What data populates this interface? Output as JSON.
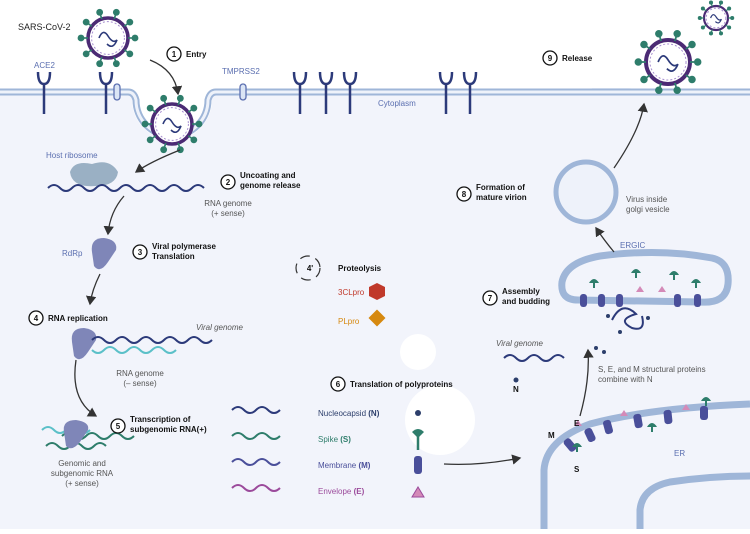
{
  "virus_label": "SARS-CoV-2",
  "receptors": {
    "ace2": "ACE2",
    "tmprss2": "TMPRSS2"
  },
  "compartments": {
    "cytoplasm": "Cytoplasm",
    "ergic": "ERGIC",
    "er": "ER",
    "golgi_note": [
      "Virus inside",
      "golgi vesicle"
    ]
  },
  "steps": [
    {
      "num": "1",
      "lines": [
        "Entry"
      ]
    },
    {
      "num": "2",
      "lines": [
        "Uncoating and",
        "genome release"
      ]
    },
    {
      "num": "3",
      "lines": [
        "Viral polymerase",
        "Translation"
      ]
    },
    {
      "num": "4",
      "lines": [
        "RNA replication"
      ]
    },
    {
      "num": "5",
      "lines": [
        "Transcription of",
        "subgenomic RNA(+)"
      ]
    },
    {
      "num": "6",
      "lines": [
        "Translation of polyproteins"
      ]
    },
    {
      "num": "7",
      "lines": [
        "Assembly",
        "and budding"
      ]
    },
    {
      "num": "8",
      "lines": [
        "Formation of",
        "mature virion"
      ]
    },
    {
      "num": "9",
      "lines": [
        "Release"
      ]
    },
    {
      "num": "4'",
      "lines": [
        "Proteolysis"
      ]
    }
  ],
  "labels": {
    "host_ribosome": "Host ribosome",
    "rna_genome_plus": [
      "RNA genome",
      "(+ sense)"
    ],
    "rdrp": "RdRp",
    "viral_genome": "Viral genome",
    "rna_genome_minus": [
      "RNA genome",
      "(– sense)"
    ],
    "genomic_subgenomic": [
      "Genomic and",
      "subgenomic RNA",
      "(+ sense)"
    ],
    "viral_genome_2": "Viral genome",
    "n_small": "N",
    "combine_note": [
      "S, E, and M structural proteins",
      "combine with N"
    ],
    "m_label": "M",
    "e_label": "E",
    "s_label": "S"
  },
  "proteases": [
    {
      "name": "3CLpro",
      "color": "#c0392b"
    },
    {
      "name": "PLpro",
      "color": "#d68910"
    }
  ],
  "proteins": [
    {
      "name": "Nucleocapsid",
      "abbr": "(N)",
      "color": "#2c3e6b"
    },
    {
      "name": "Spike",
      "abbr": "(S)",
      "color": "#2e7d6b"
    },
    {
      "name": "Membrane",
      "abbr": "(M)",
      "color": "#4a4f9a"
    },
    {
      "name": "Envelope",
      "abbr": "(E)",
      "color": "#9b4a9b"
    }
  ],
  "colors": {
    "cell_bg": "#f2f4fb",
    "membrane": "#9fb6d8",
    "receptor": "#2c3a7a",
    "spike": "#2e7d6b",
    "virus_ring": "#4b2a74",
    "arrow": "#333333"
  }
}
